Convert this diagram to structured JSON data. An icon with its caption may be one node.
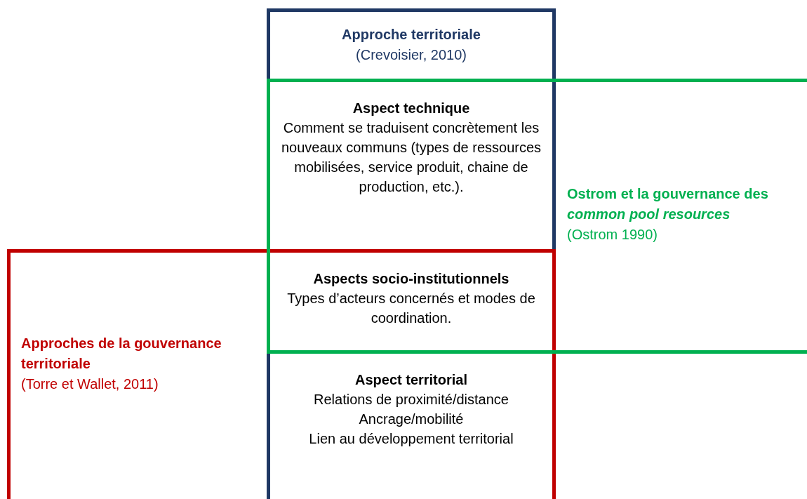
{
  "diagram": {
    "nodes": [
      {
        "text": [
          "Approche territoriale",
          "(Crevoisier, 2010)"
        ]
      },
      {
        "text": [
          "Ostrom et la gouvernance des *common pool resources*",
          "(Ostrom 1990)"
        ]
      },
      {
        "text": [
          "Approches de la gouvernance territoriale",
          "(Torre et Wallet, 2011)"
        ]
      },
      {
        "text": [
          "Aspect technique",
          "Comment se traduisent concrètement les nouveaux communs (types de ressources mobilisées, service produit, chaine de production, etc.)."
        ]
      },
      {
        "text": [
          "Aspects socio-institutionnels",
          "Types d’acteurs concernés et modes de coordination."
        ]
      },
      {
        "text": [
          "Aspect territorial",
          "Relations de proximité/distance",
          "Ancrage/mobilité",
          "Lien au développement territorial"
        ]
      }
    ],
    "edges": []
  }
}
